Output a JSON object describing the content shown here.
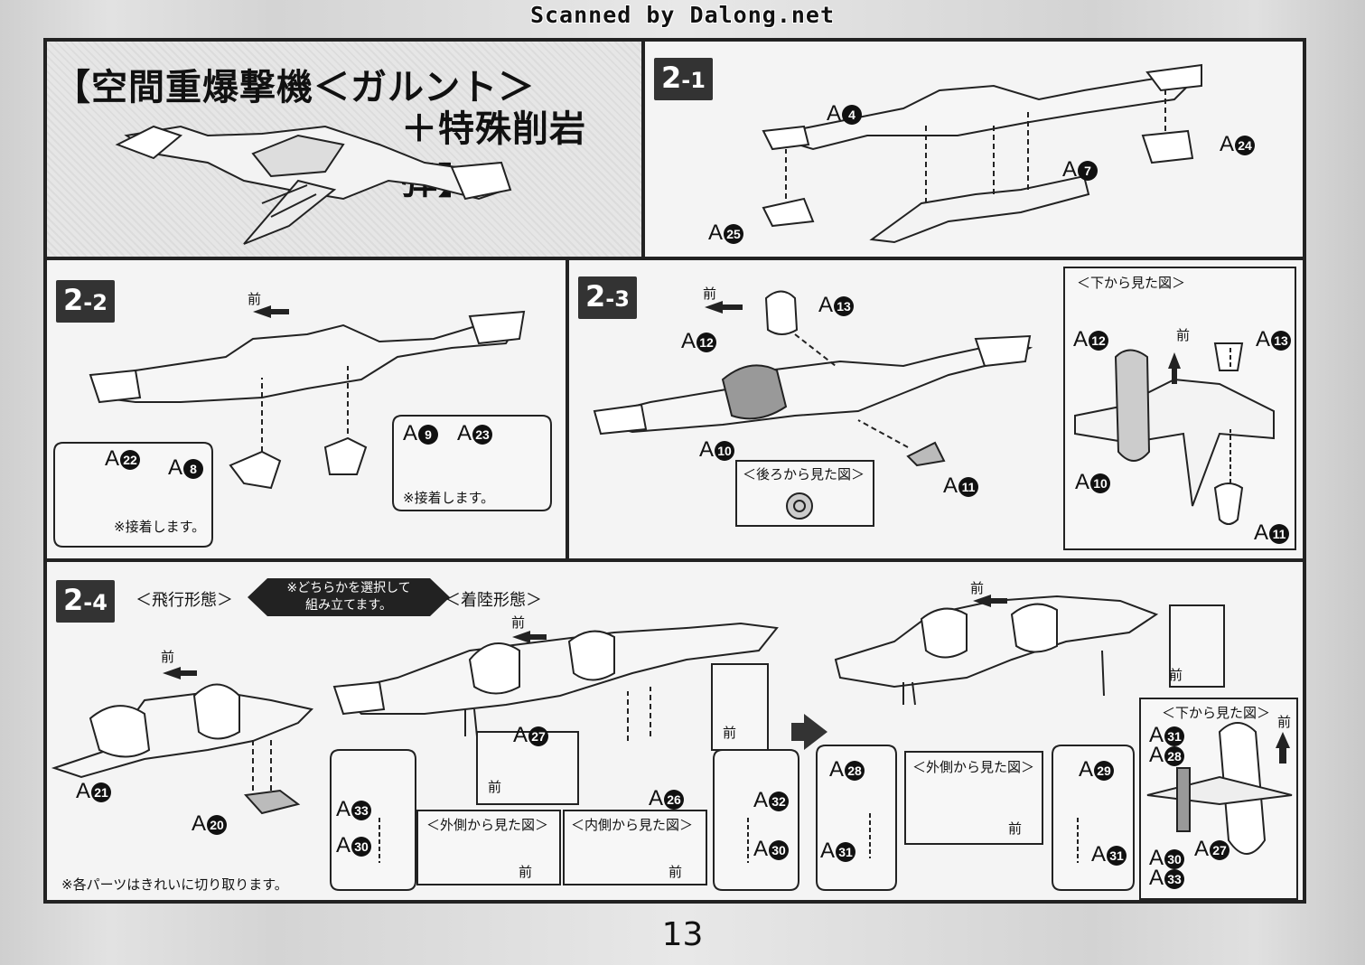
{
  "watermark": "Scanned by Dalong.net",
  "title": {
    "line1": "【空間重爆撃機＜ガルント＞",
    "line2": "＋特殊削岩弾】"
  },
  "steps": {
    "s21": {
      "main": "2",
      "sub": "-1"
    },
    "s22": {
      "main": "2",
      "sub": "-2"
    },
    "s23": {
      "main": "2",
      "sub": "-3"
    },
    "s24": {
      "main": "2",
      "sub": "-4"
    }
  },
  "labels": {
    "A": "A",
    "n4": "4",
    "n7": "7",
    "n8": "8",
    "n9": "9",
    "n10": "10",
    "n11": "11",
    "n12": "12",
    "n13": "13",
    "n20": "20",
    "n21": "21",
    "n22": "22",
    "n23": "23",
    "n24": "24",
    "n25": "25",
    "n26": "26",
    "n27": "27",
    "n28": "28",
    "n29": "29",
    "n30": "30",
    "n31": "31",
    "n32": "32",
    "n33": "33"
  },
  "text": {
    "front": "前",
    "glue": "※接着します。",
    "view_rear": "＜後ろから見た図＞",
    "view_below": "＜下から見た図＞",
    "view_outside": "＜外側から見た図＞",
    "view_inside": "＜内側から見た図＞",
    "flight_mode": "＜飛行形態＞",
    "landing_mode": "＜着陸形態＞",
    "choose_line1": "※どちらかを選択して",
    "choose_line2": "組み立てます。",
    "cut_note": "※各パーツはきれいに切り取ります。"
  },
  "page_number": "13"
}
